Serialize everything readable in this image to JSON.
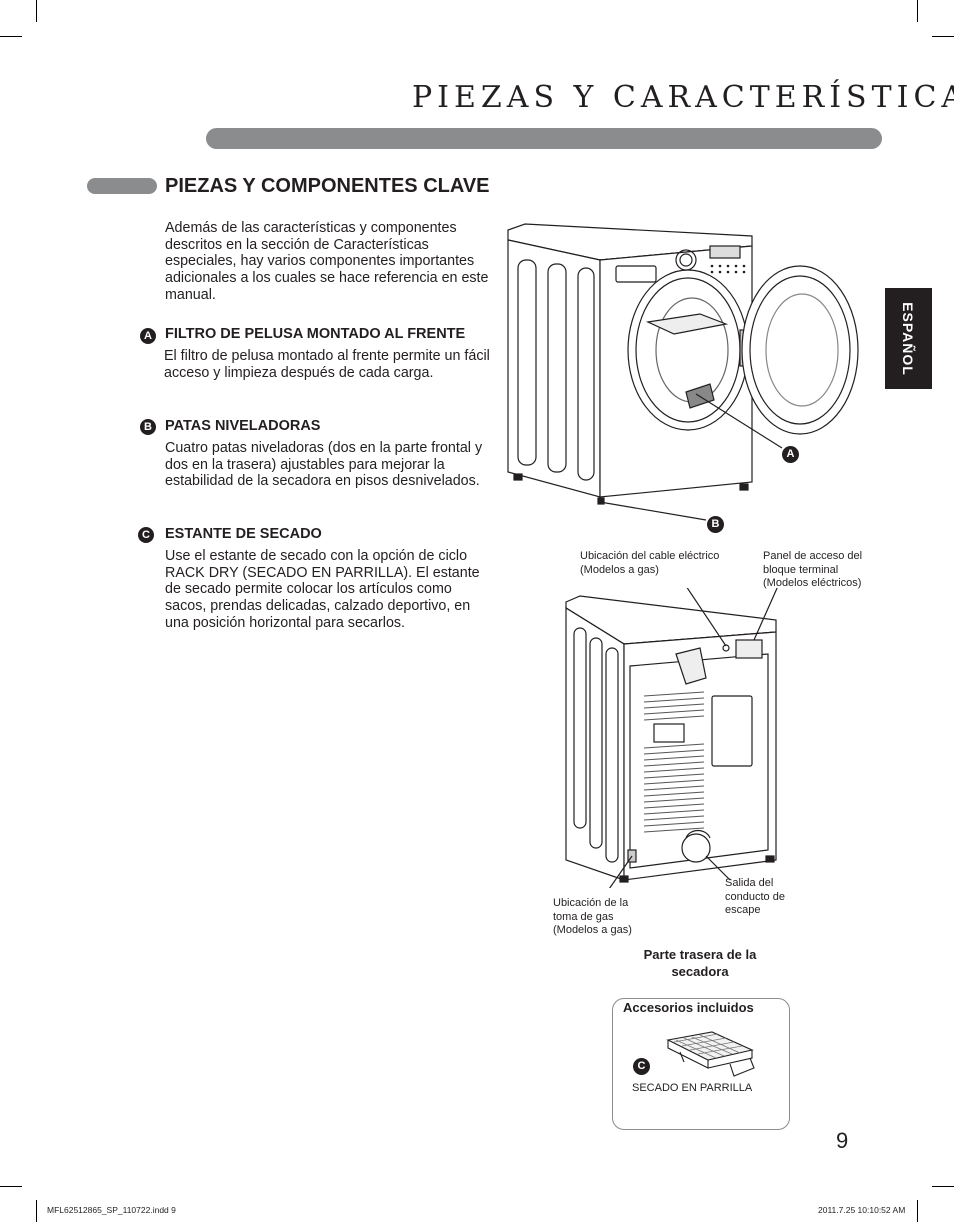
{
  "header": {
    "page_title": "PIEZAS Y CARACTERÍSTICAS",
    "language_tab": "ESPAÑOL"
  },
  "section": {
    "heading": "PIEZAS Y COMPONENTES CLAVE",
    "intro": "Además de las características y componentes descritos en la sección de Características especiales, hay varios componentes importantes adicionales a los cuales se hace referencia en este manual."
  },
  "features": [
    {
      "badge": "A",
      "heading": "FILTRO DE PELUSA MONTADO AL FRENTE",
      "body": "El filtro de pelusa montado al frente permite un fácil acceso y limpieza después de cada carga."
    },
    {
      "badge": "B",
      "heading": "PATAS NIVELADORAS",
      "body": "Cuatro patas niveladoras (dos en la parte frontal y dos en la trasera) ajustables para mejorar la estabilidad de la secadora en pisos desnivelados."
    },
    {
      "badge": "C",
      "heading": "ESTANTE DE SECADO",
      "body": "Use el estante de secado con la opción de ciclo RACK DRY (SECADO EN PARRILLA). El estante de secado permite colocar los artículos como sacos, prendas delicadas, calzado deportivo, en una posición horizontal para secarlos."
    }
  ],
  "front_diagram": {
    "badge_a": "A",
    "badge_b": "B"
  },
  "rear_diagram": {
    "callout_power_cord": "Ubicación del cable eléctrico (Modelos a gas)",
    "callout_terminal_panel": "Panel de acceso del bloque terminal (Modelos eléctricos)",
    "callout_gas_inlet": "Ubicación de la toma de gas (Modelos a gas)",
    "callout_exhaust": "Salida del conducto de escape",
    "caption": "Parte trasera de la secadora"
  },
  "accessories": {
    "title": "Accesorios incluidos",
    "badge": "C",
    "item_label": "SECADO EN PARRILLA"
  },
  "page_number": "9",
  "footer": {
    "left": "MFL62512865_SP_110722.indd   9",
    "right": "2011.7.25   10:10:52 AM"
  }
}
